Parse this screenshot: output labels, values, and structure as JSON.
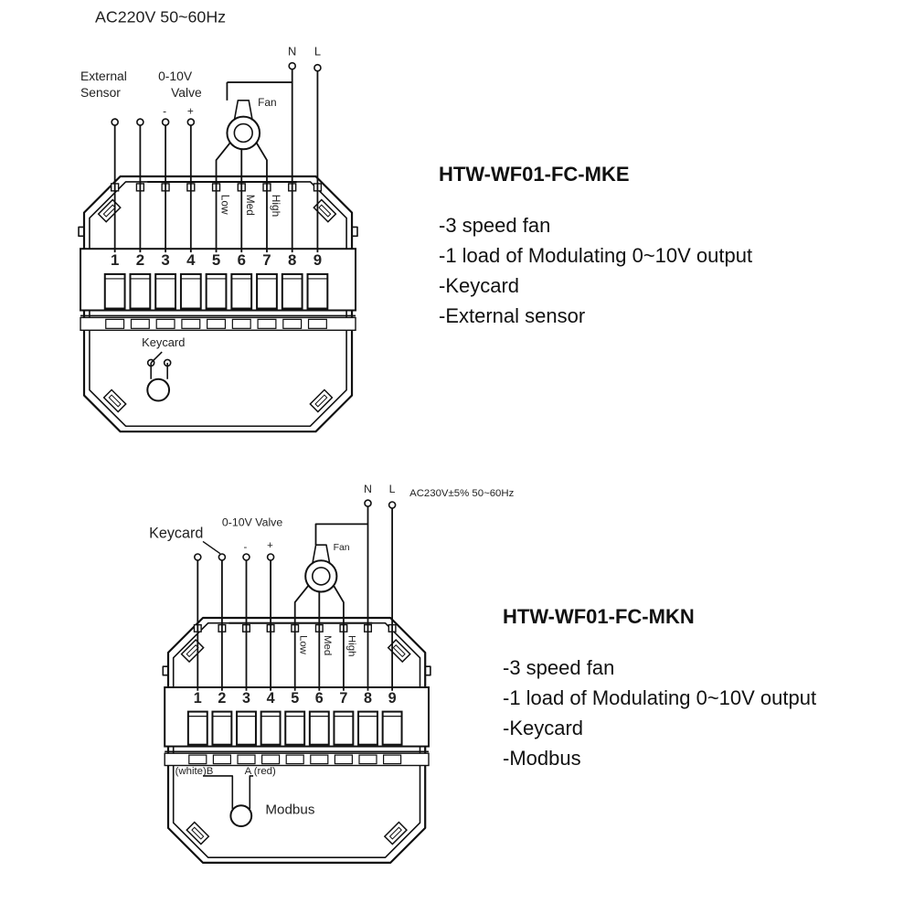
{
  "diagram1": {
    "supply": "AC220V 50~60Hz",
    "n": "N",
    "l": "L",
    "external_sensor": [
      "External",
      "Sensor"
    ],
    "valve": [
      "0-10V",
      "Valve"
    ],
    "minus": "-",
    "plus": "+",
    "fan": "Fan",
    "speeds": [
      "Low",
      "Med",
      "High"
    ],
    "terminals": [
      "1",
      "2",
      "3",
      "4",
      "5",
      "6",
      "7",
      "8",
      "9"
    ],
    "keycard": "Keycard"
  },
  "diagram2": {
    "supply": "AC230V±5% 50~60Hz",
    "n": "N",
    "l": "L",
    "keycard": "Keycard",
    "valve": "0-10V Valve",
    "minus": "-",
    "plus": "+",
    "fan": "Fan",
    "speeds": [
      "Low",
      "Med",
      "High"
    ],
    "terminals": [
      "1",
      "2",
      "3",
      "4",
      "5",
      "6",
      "7",
      "8",
      "9"
    ],
    "white_b": "(white)B",
    "red_a": "A (red)",
    "modbus": "Modbus"
  },
  "spec1": {
    "model": "HTW-WF01-FC-MKE",
    "features": [
      "-3 speed fan",
      "-1 load of Modulating 0~10V output",
      "-Keycard",
      "-External sensor"
    ]
  },
  "spec2": {
    "model": "HTW-WF01-FC-MKN",
    "features": [
      "-3 speed fan",
      "-1 load of Modulating 0~10V output",
      "-Keycard",
      "-Modbus"
    ]
  }
}
